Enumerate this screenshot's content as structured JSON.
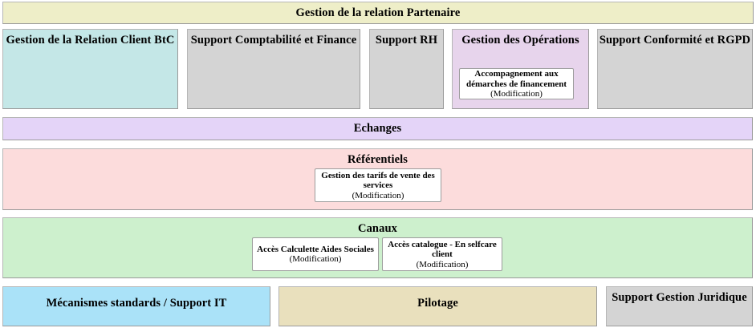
{
  "diagram": {
    "title": "Gestion de la relation Partenaire",
    "banner": {
      "label": "Gestion de la relation Partenaire",
      "color": "#eeeec8"
    },
    "domain_row": [
      {
        "label": "Gestion de la Relation Client BtC",
        "color": "#c4e7e7"
      },
      {
        "label": "Support Comptabilité et Finance",
        "color": "#d4d4d4"
      },
      {
        "label": "Support RH",
        "color": "#d4d4d4"
      },
      {
        "label": "Gestion des Opérations",
        "color": "#e7d4ec"
      },
      {
        "label": "Support Conformité et RGPD",
        "color": "#d4d4d4"
      }
    ],
    "operations_cards": [
      {
        "title": "Accompagnement aux démarches de financement",
        "state": "(Modification)"
      }
    ],
    "echanges": {
      "label": "Echanges",
      "color": "#e4d4f8"
    },
    "referentiels": {
      "label": "Référentiels",
      "color": "#fcdcdc",
      "cards": [
        {
          "title": "Gestion des tarifs de vente des services",
          "state": "(Modification)"
        }
      ]
    },
    "canaux": {
      "label": "Canaux",
      "color": "#cdf0cd",
      "cards": [
        {
          "title": "Accès Calculette Aides Sociales",
          "state": "(Modification)"
        },
        {
          "title": "Accès catalogue - En selfcare client",
          "state": "(Modification)"
        }
      ]
    },
    "bottom_row": [
      {
        "label": "Mécanismes standards / Support IT",
        "color": "#aae2f8"
      },
      {
        "label": "Pilotage",
        "color": "#e9e0bd"
      },
      {
        "label": "Support Gestion Juridique",
        "color": "#d4d4d4"
      }
    ]
  }
}
